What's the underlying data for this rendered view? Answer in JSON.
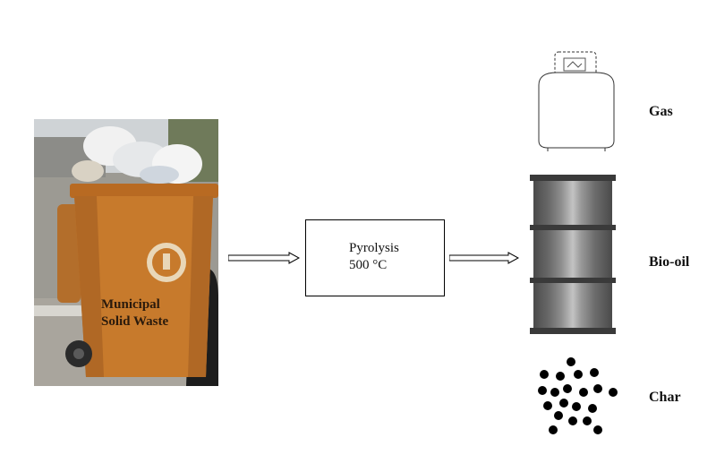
{
  "input": {
    "label_line1": "Municipal",
    "label_line2": "Solid Waste",
    "image_description_icon": "waste-bin-photo"
  },
  "process": {
    "name": "Pyrolysis",
    "temperature": "500 °C"
  },
  "products": [
    {
      "label": "Gas",
      "icon": "gas-cylinder-icon"
    },
    {
      "label": "Bio-oil",
      "icon": "oil-barrel-icon"
    },
    {
      "label": "Char",
      "icon": "char-particles-icon"
    }
  ],
  "colors": {
    "bin": "#c77a2c",
    "barrel_dark": "#5a5a5a",
    "barrel_light": "#b5b5b5"
  }
}
